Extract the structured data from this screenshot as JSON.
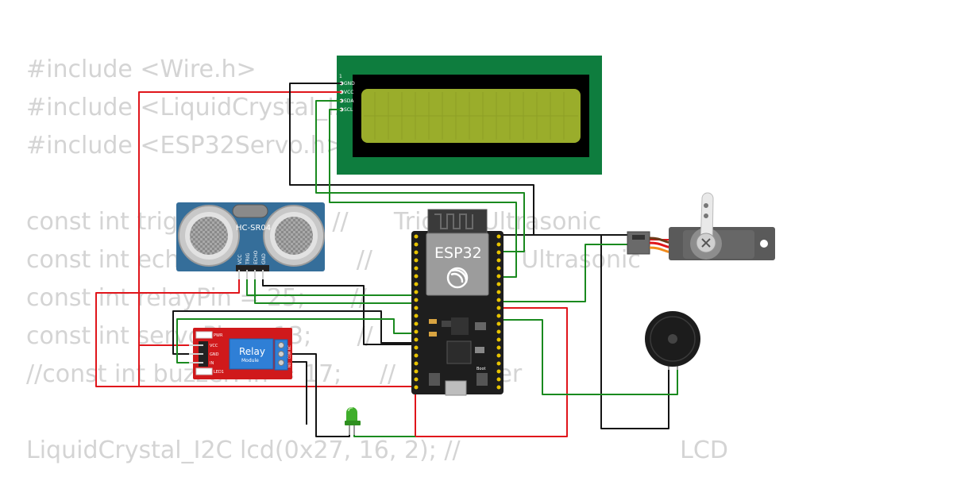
{
  "code_lines": [
    {
      "text": "#include <Wire.h>"
    },
    {
      "text": "#include <LiquidCrystal_I2C.h>"
    },
    {
      "text": "#include <ESP32Servo.h>"
    },
    {
      "text": ""
    },
    {
      "text": "const int trigPin = 5;        //      Trig      Ultrasonic"
    },
    {
      "text": "const int echoPin = 18;       //      Echo      Ultrasonic"
    },
    {
      "text": "const int relayPin = 25;      //"
    },
    {
      "text": "const int servoPin = 13;      //"
    },
    {
      "text": "//const int buzzerPin = 17;     //      Buzzer"
    },
    {
      "text": ""
    },
    {
      "text": "LiquidCrystal_I2C lcd(0x27, 16, 2); //                             LCD"
    }
  ],
  "lcd": {
    "pins": [
      "GND",
      "VCC",
      "SDA",
      "SCL"
    ],
    "pin_one": "1"
  },
  "sensor": {
    "title": "HC-SR04",
    "pins": [
      "VCC",
      "TRIG",
      "ECHO",
      "GND"
    ]
  },
  "esp32": {
    "label": "ESP32",
    "boot": "Boot"
  },
  "relay": {
    "title": "Relay",
    "subtitle": "Module",
    "pins": [
      "VCC",
      "GND",
      "IN"
    ],
    "pwr": "PWR",
    "led": "LED1",
    "terminals": [
      "NC",
      "COM",
      "NO"
    ]
  },
  "colors": {
    "lcd_pcb": "#0e7d3e",
    "lcd_glass": "#9aad2b",
    "sensor_pcb": "#356e9a",
    "esp_body": "#1e1e1e",
    "relay_pcb": "#d0191b",
    "wire_red": "#e0151b",
    "wire_green": "#1a8a1f",
    "wire_black": "#141414",
    "led": "#3fae2b",
    "servo": "#5a5a5a",
    "buzzer": "#1c1c1c"
  }
}
